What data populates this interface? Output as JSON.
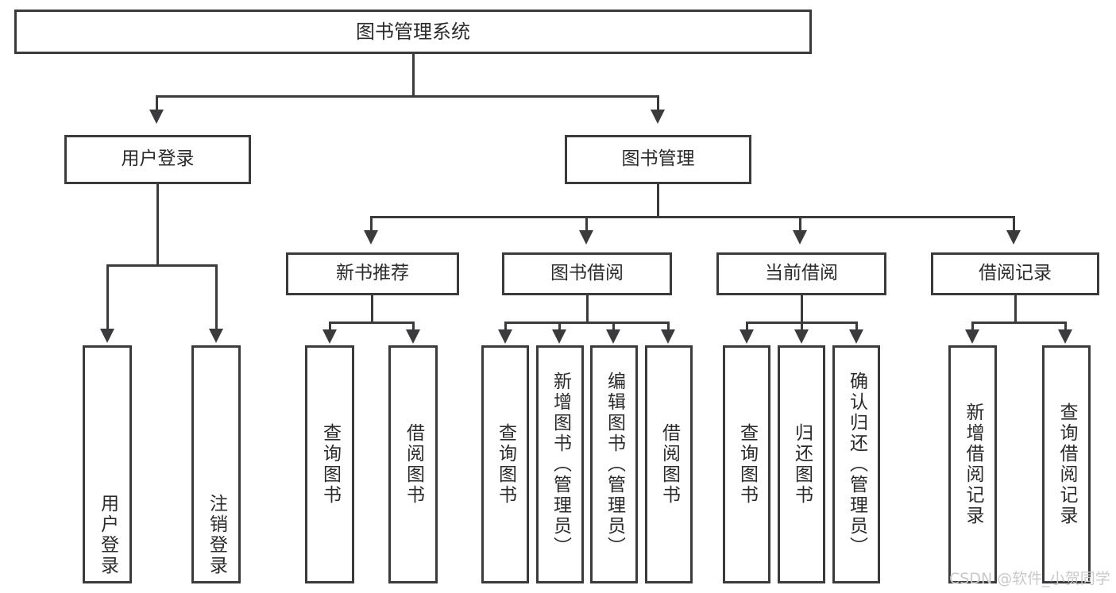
{
  "diagram": {
    "title": "图书管理系统",
    "type": "hierarchy-tree",
    "root": {
      "label": "图书管理系统"
    },
    "level2": [
      {
        "label": "用户登录"
      },
      {
        "label": "图书管理"
      }
    ],
    "level3": [
      {
        "label": "新书推荐"
      },
      {
        "label": "图书借阅"
      },
      {
        "label": "当前借阅"
      },
      {
        "label": "借阅记录"
      }
    ],
    "leaves": {
      "user_login": [
        {
          "label": "用户登录"
        },
        {
          "label": "注销登录"
        }
      ],
      "new_book_recommend": [
        {
          "label": "查询图书"
        },
        {
          "label": "借阅图书"
        }
      ],
      "book_borrow": [
        {
          "label": "查询图书"
        },
        {
          "label": "新增图书（管理员）"
        },
        {
          "label": "编辑图书（管理员）"
        },
        {
          "label": "借阅图书"
        }
      ],
      "current_borrow": [
        {
          "label": "查询图书"
        },
        {
          "label": "归还图书"
        },
        {
          "label": "确认归还（管理员）"
        }
      ],
      "borrow_record": [
        {
          "label": "新增借阅记录"
        },
        {
          "label": "查询借阅记录"
        }
      ]
    }
  },
  "watermark": {
    "text": "CSDN @软件_小贺同学"
  },
  "colors": {
    "stroke": "#3b3b3e",
    "background": "#ffffff",
    "text": "#2b2b2b",
    "watermark": "#c9c9c9"
  }
}
